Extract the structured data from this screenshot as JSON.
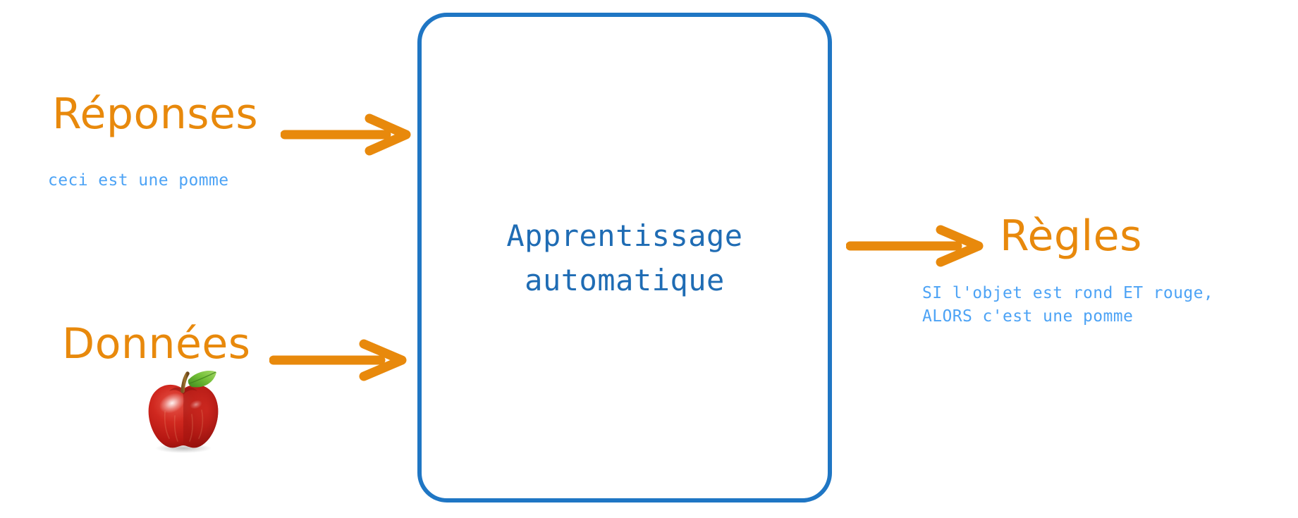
{
  "diagram": {
    "title": "Apprentissage automatique",
    "type": "flow-diagram",
    "colors": {
      "accent_orange": "#E8890C",
      "box_blue": "#1F76C4",
      "box_text_blue": "#1F6CB4",
      "caption_blue": "#4DA3F5",
      "background": "#FFFFFF",
      "apple_red": "#C8201E",
      "leaf_green": "#5FA832"
    },
    "inputs": [
      {
        "id": "reponses",
        "label": "Réponses",
        "caption": "ceci est une pomme",
        "arrow": "arrow-right",
        "illustration": null
      },
      {
        "id": "donnees",
        "label": "Données",
        "caption": "",
        "arrow": "arrow-right",
        "illustration": "red-apple"
      }
    ],
    "process": {
      "id": "apprentissage-automatique",
      "label_line_1": "Apprentissage",
      "label_line_2": "automatique",
      "label": "Apprentissage\nautomatique",
      "shape": "rounded-rectangle"
    },
    "outputs": [
      {
        "id": "regles",
        "label": "Règles",
        "caption_line_1": "SI l'objet est rond ET rouge,",
        "caption_line_2": "ALORS c'est une pomme",
        "caption": "SI l'objet est rond ET rouge,\nALORS c'est une pomme",
        "arrow": "arrow-right"
      }
    ],
    "icons": {
      "arrow_right": "arrow-right-icon",
      "apple": "apple-icon"
    }
  }
}
